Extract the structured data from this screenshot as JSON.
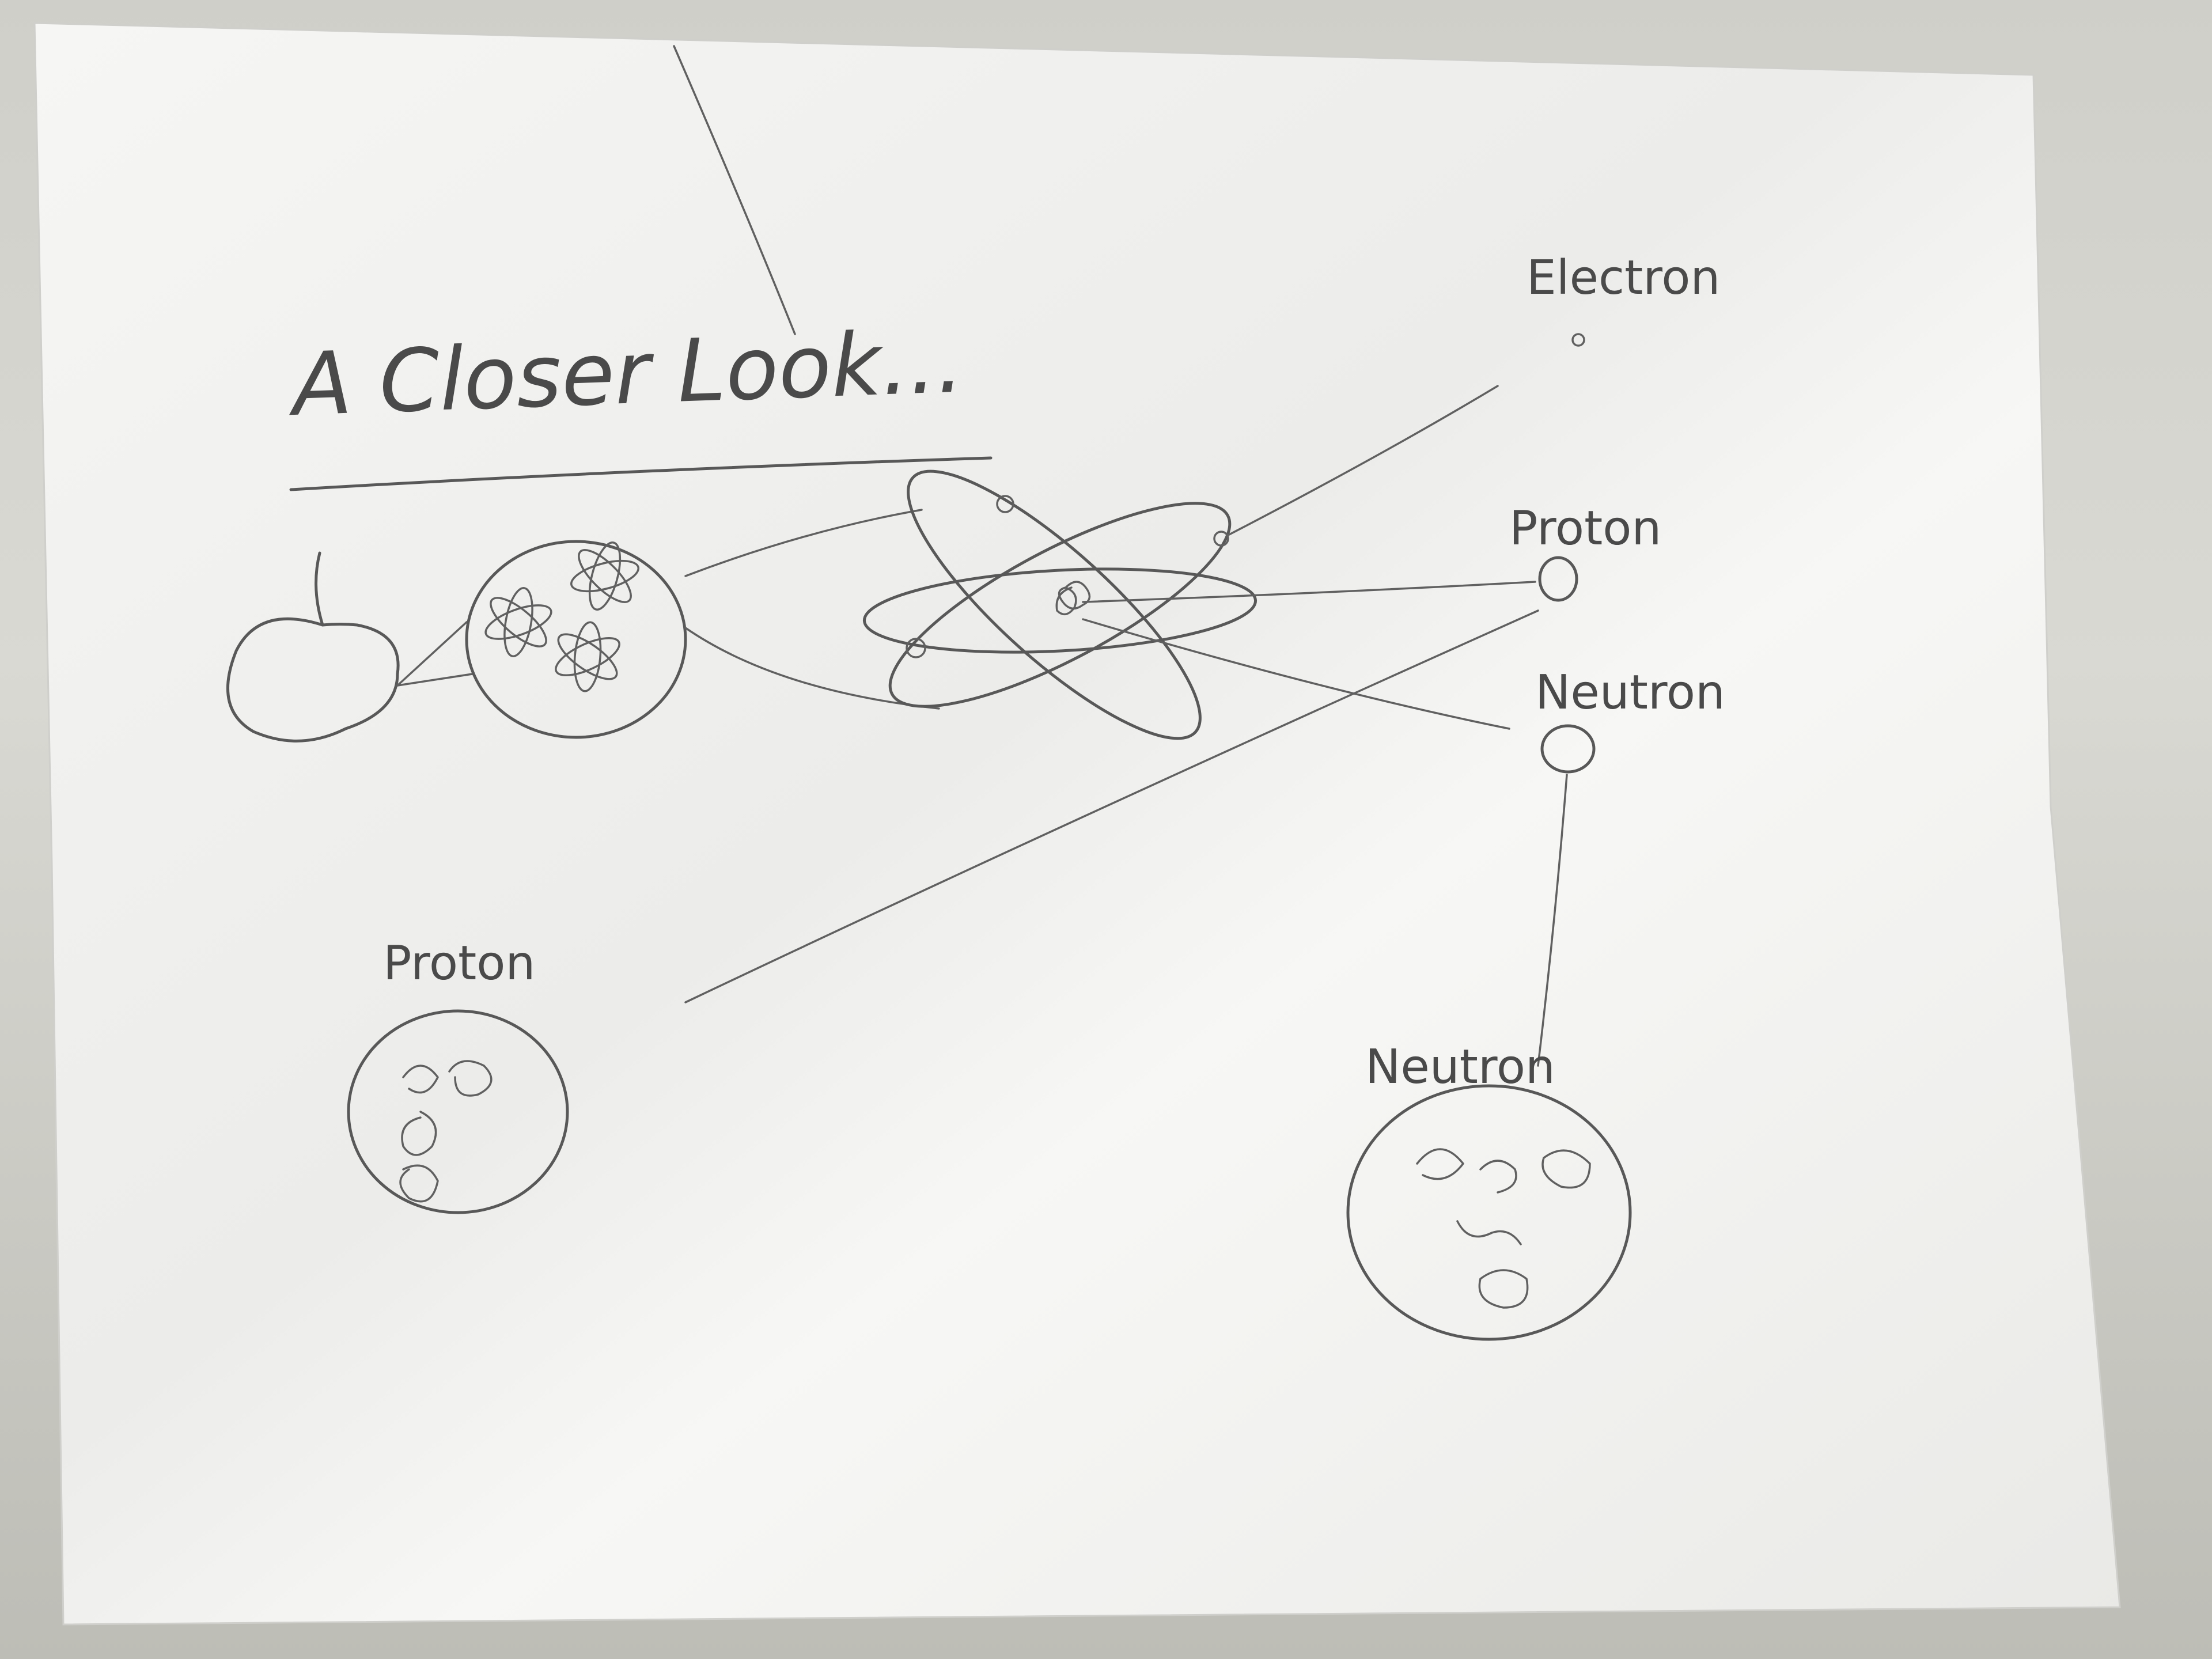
{
  "title": "A Closer Look...",
  "labels": {
    "electron": "Electron",
    "proton_right": "Proton",
    "neutron_right": "Neutron",
    "proton_bottom": "Proton",
    "neutron_bottom": "Neutron"
  },
  "colors": {
    "paper": "#f4f4f2",
    "pencil": "#585858",
    "background": "#d0d0ca"
  }
}
